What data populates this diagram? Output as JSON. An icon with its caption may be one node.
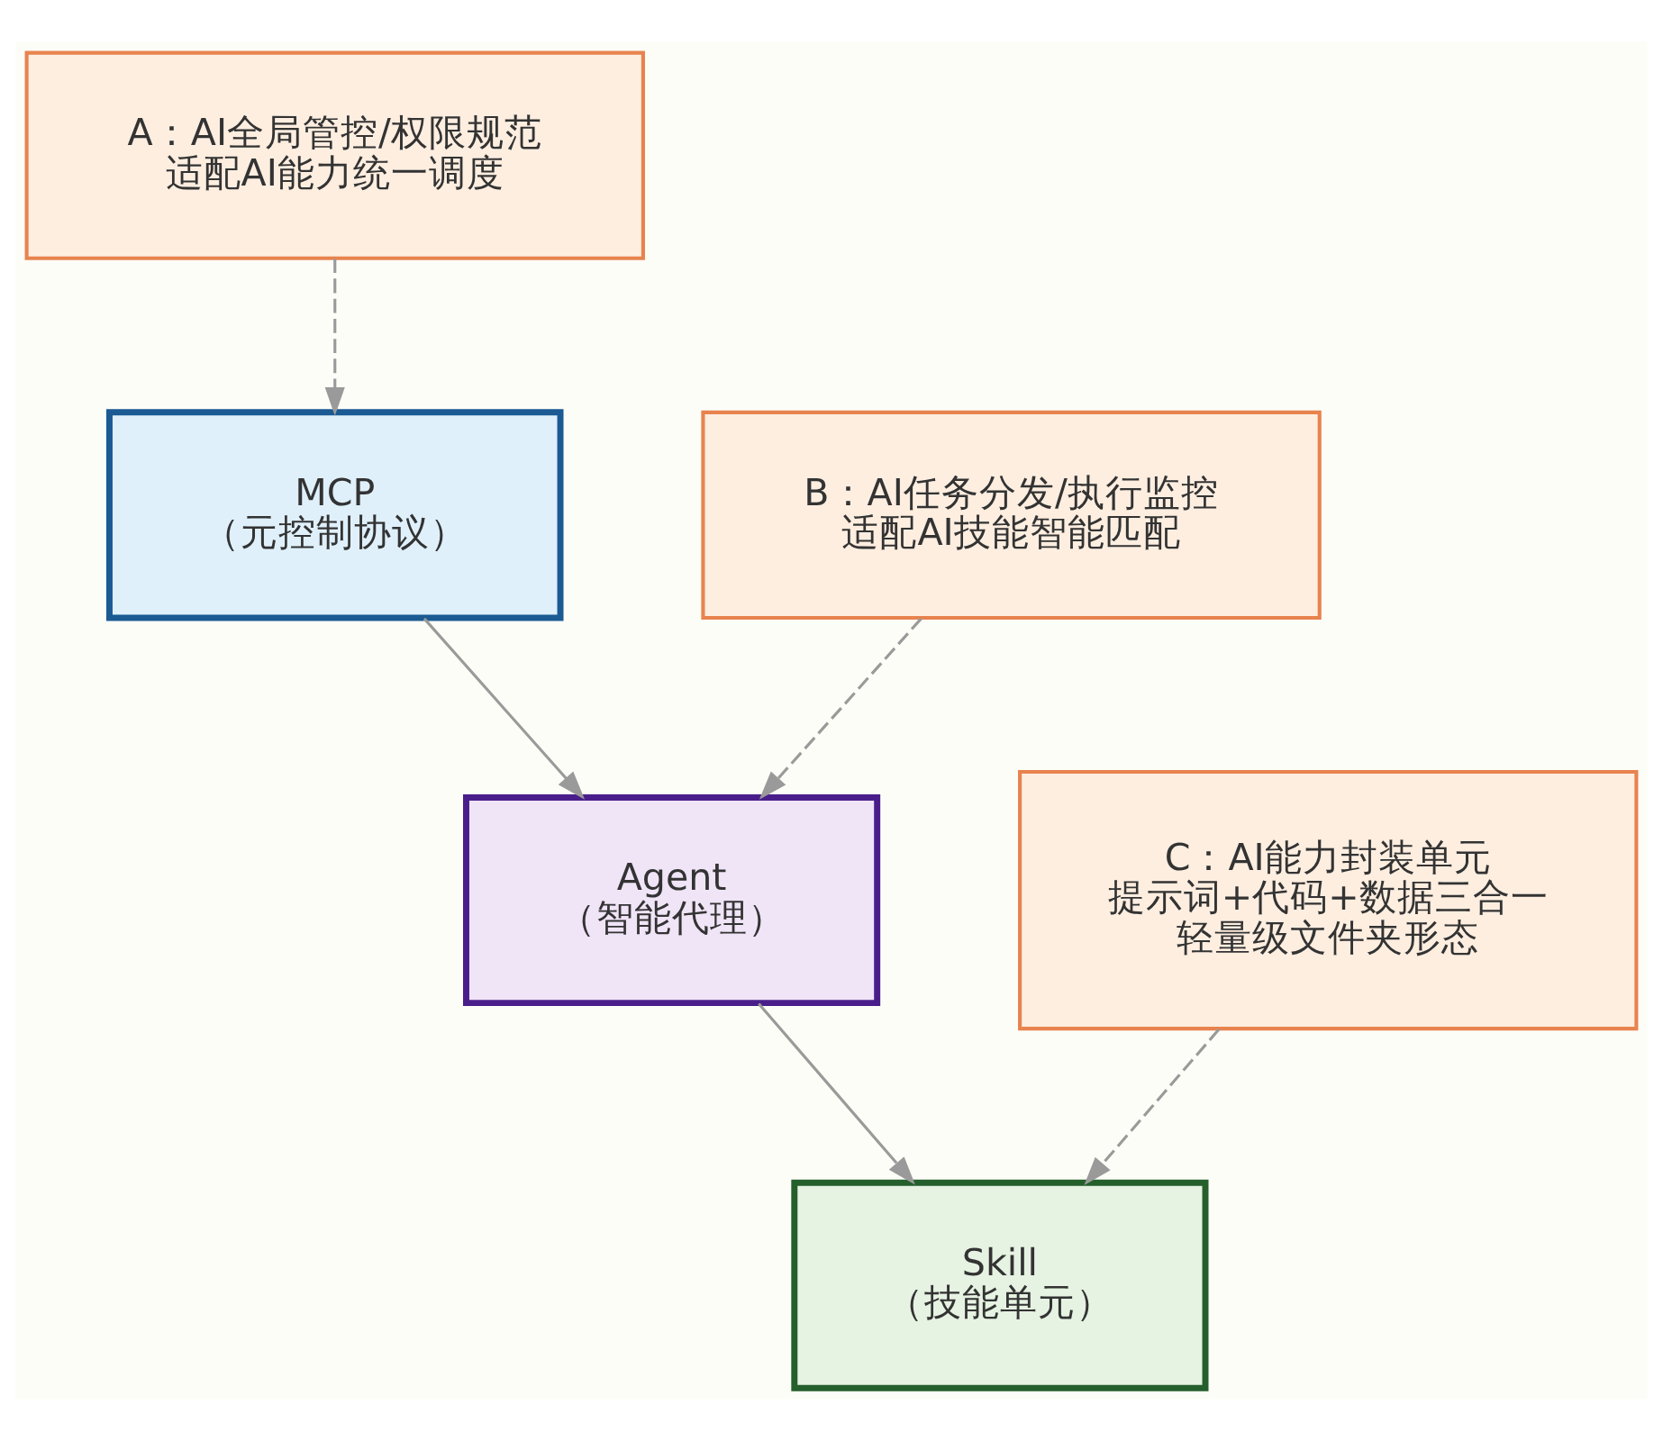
{
  "diagram": {
    "nodes": [
      {
        "text": [
          "A：AI全局管控/权限规范",
          "适配AI能力统一调度"
        ]
      },
      {
        "text": [
          "MCP",
          "（元控制协议）"
        ]
      },
      {
        "text": [
          "B：AI任务分发/执行监控",
          "适配AI技能智能匹配"
        ]
      },
      {
        "text": [
          "Agent",
          "（智能代理）"
        ]
      },
      {
        "text": [
          "C：AI能力封装单元",
          "提示词+代码+数据三合一",
          "轻量级文件夹形态"
        ]
      },
      {
        "text": [
          "Skill",
          "（技能单元）"
        ]
      }
    ],
    "edges": [
      {
        "from": 0,
        "to": 1,
        "arrow": "to",
        "style": "dashed"
      },
      {
        "from": 1,
        "to": 3,
        "arrow": "to"
      },
      {
        "from": 2,
        "to": 3,
        "arrow": "to",
        "style": "dashed"
      },
      {
        "from": 3,
        "to": 5,
        "arrow": "to"
      },
      {
        "from": 4,
        "to": 5,
        "arrow": "to",
        "style": "dashed"
      }
    ]
  }
}
